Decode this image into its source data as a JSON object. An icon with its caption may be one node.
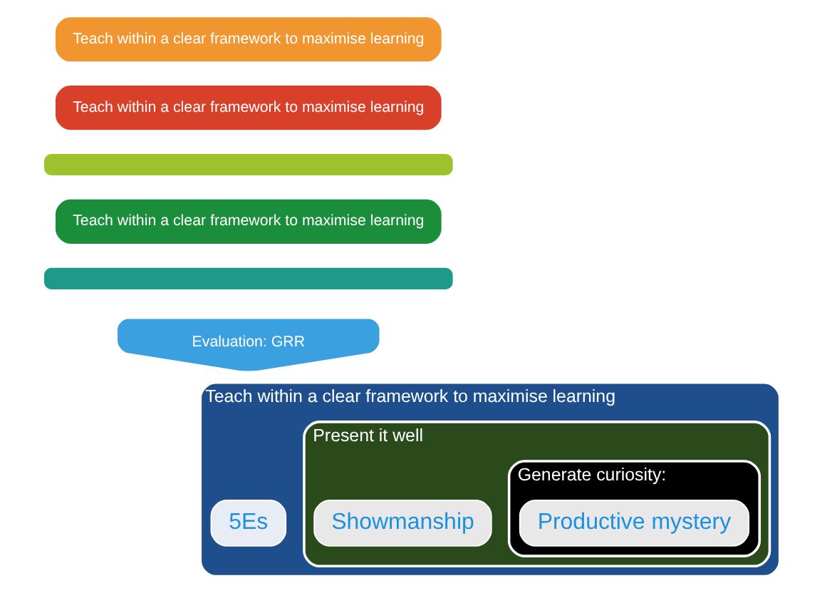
{
  "diagram": {
    "nodes": [
      {
        "text": [
          "Teach within a clear framework to maximise learning"
        ]
      },
      {
        "text": [
          "Teach within a clear framework to maximise learning"
        ]
      },
      {
        "text": [],
        "shape": "box"
      },
      {
        "text": [
          "Teach within a clear framework to maximise learning"
        ]
      },
      {
        "text": [],
        "shape": "box"
      },
      {
        "text": [
          "Teach within a clear framework to maximise learning"
        ]
      },
      {
        "text": [
          "5Es"
        ],
        "in": 5
      },
      {
        "text": [
          "Present it well"
        ],
        "in": 5
      },
      {
        "text": [
          "Showmanship"
        ],
        "in": 7
      },
      {
        "text": [
          "Generate curiosity:"
        ],
        "in": 7
      },
      {
        "text": [
          "Productive mystery"
        ],
        "in": 9
      },
      {
        "text": [
          "Evaluation: GRR"
        ]
      }
    ],
    "edges": []
  }
}
